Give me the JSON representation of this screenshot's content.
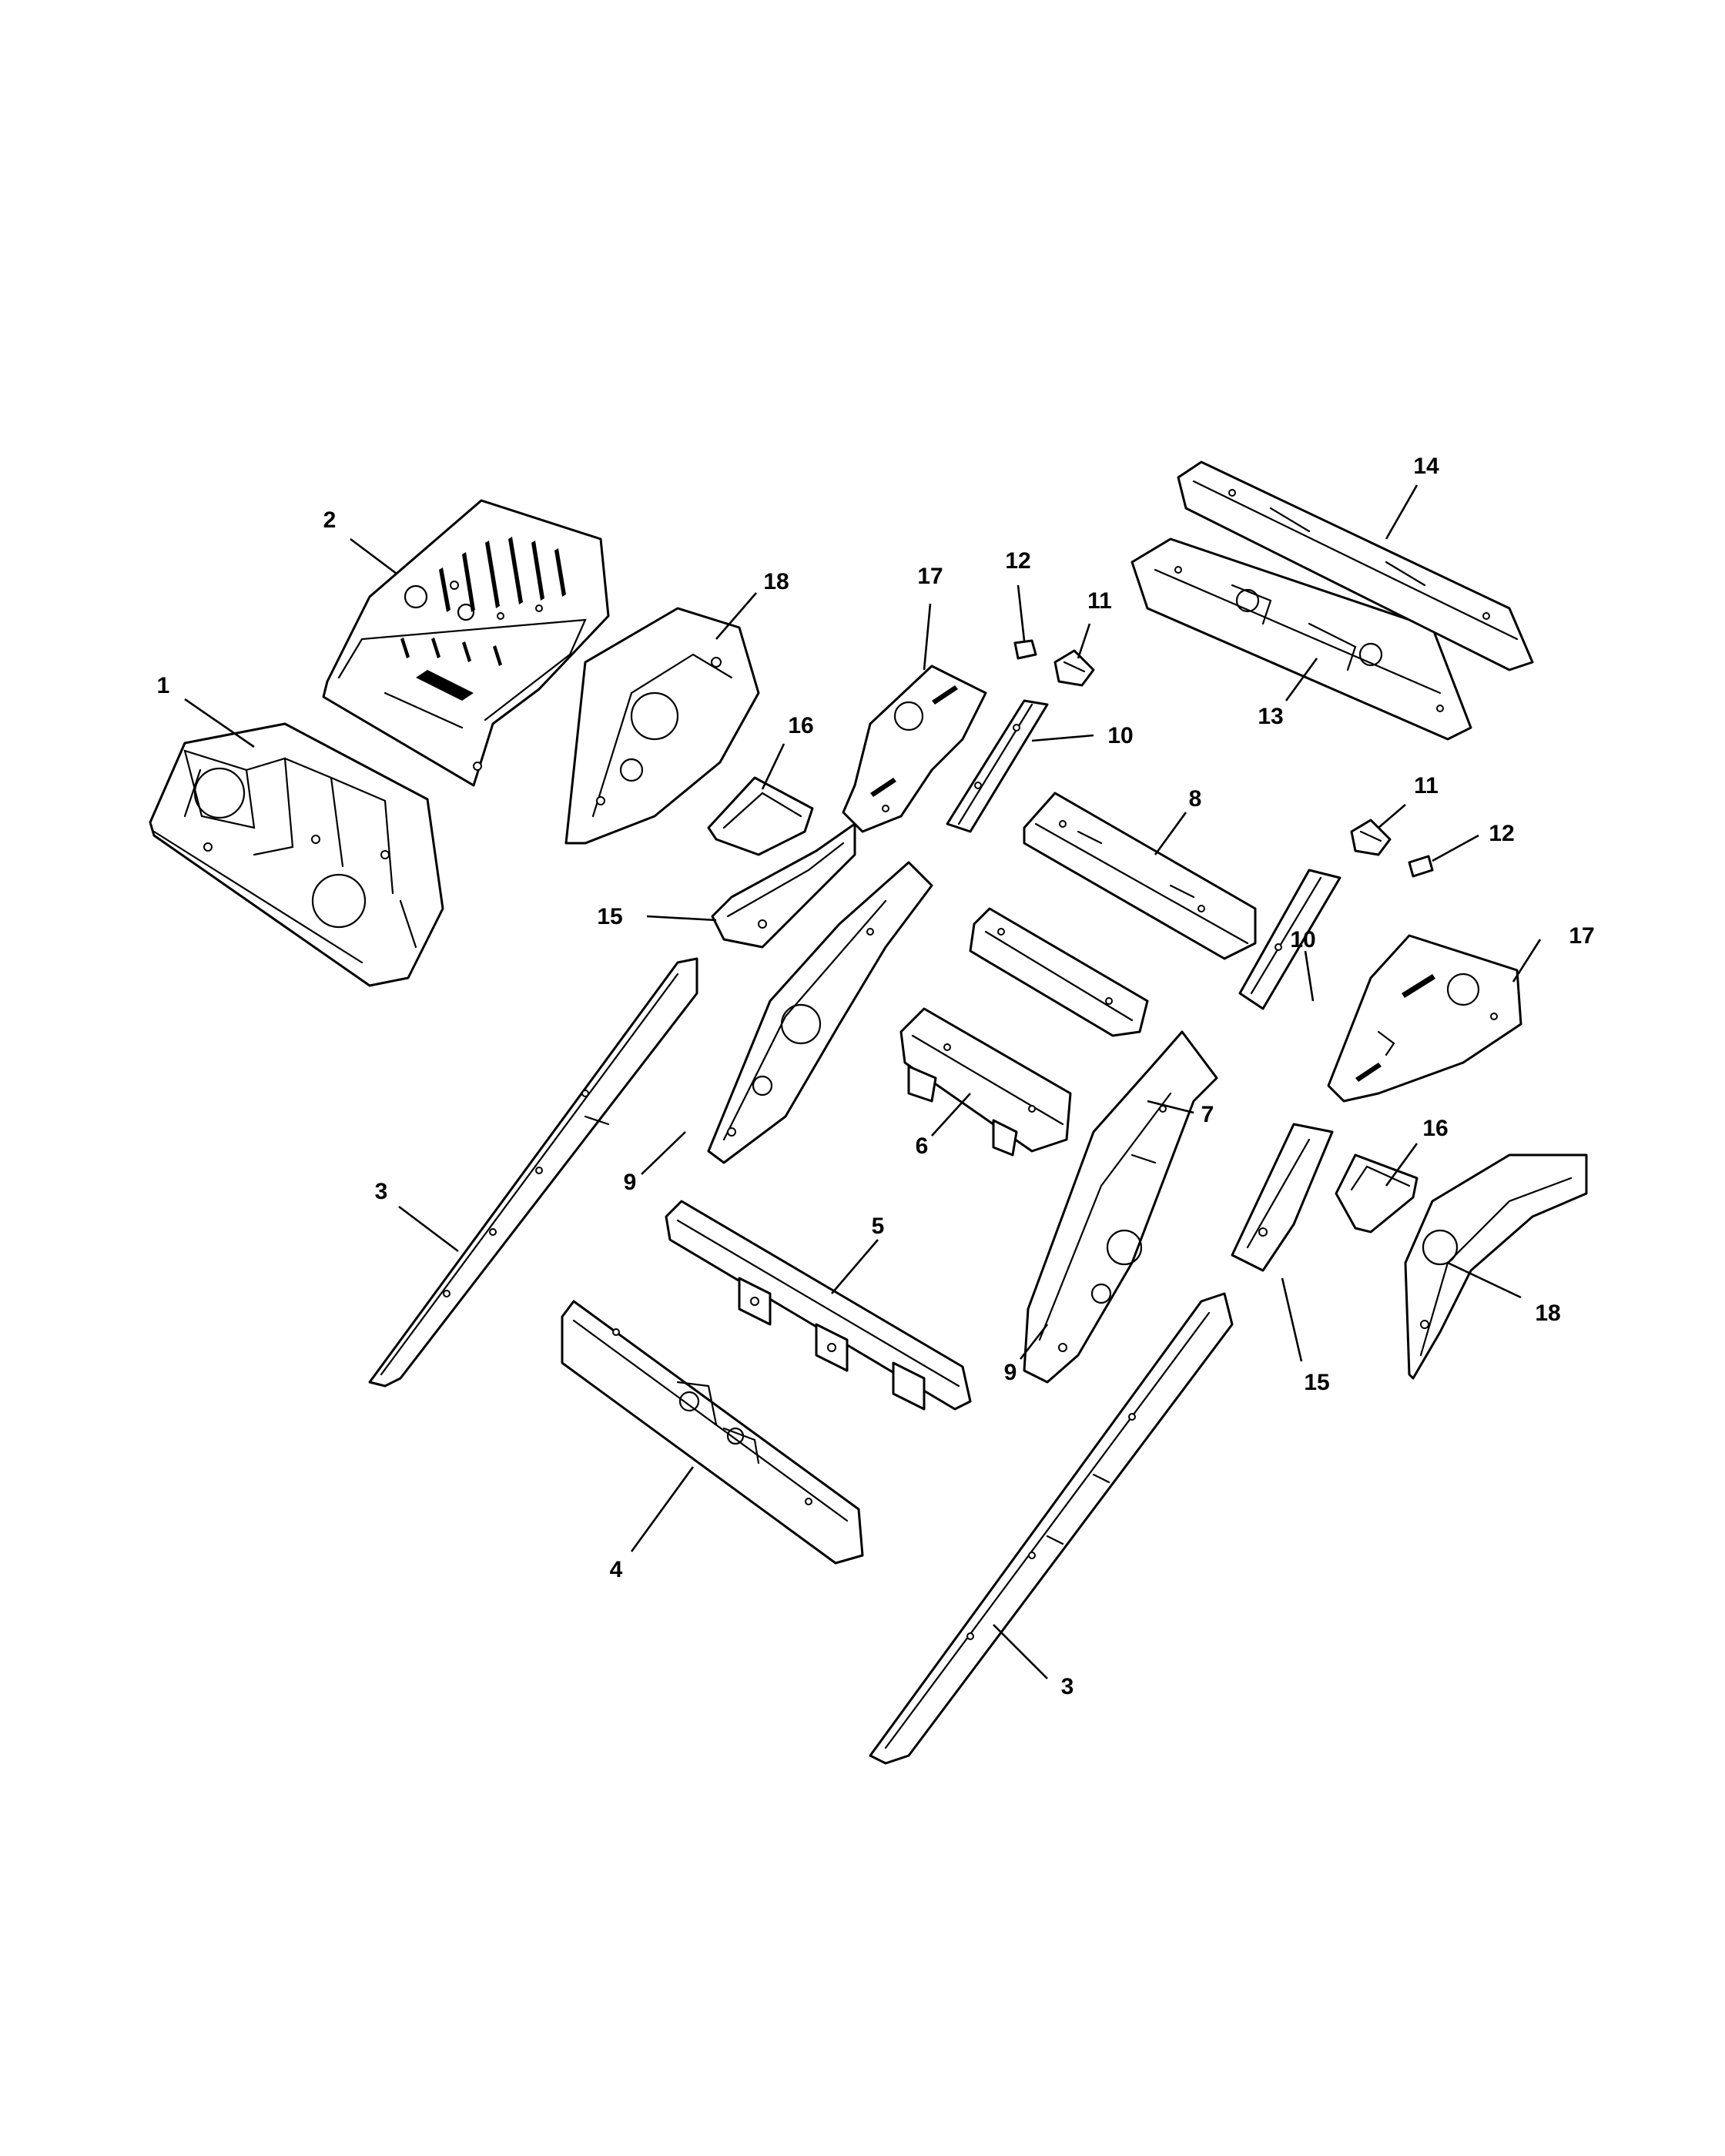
{
  "diagram": {
    "callouts": [
      {
        "id": "c1",
        "label": "1"
      },
      {
        "id": "c2",
        "label": "2"
      },
      {
        "id": "c3a",
        "label": "3"
      },
      {
        "id": "c3b",
        "label": "3"
      },
      {
        "id": "c4",
        "label": "4"
      },
      {
        "id": "c5",
        "label": "5"
      },
      {
        "id": "c6",
        "label": "6"
      },
      {
        "id": "c7",
        "label": "7"
      },
      {
        "id": "c8",
        "label": "8"
      },
      {
        "id": "c9a",
        "label": "9"
      },
      {
        "id": "c9b",
        "label": "9"
      },
      {
        "id": "c10a",
        "label": "10"
      },
      {
        "id": "c10b",
        "label": "10"
      },
      {
        "id": "c11a",
        "label": "11"
      },
      {
        "id": "c11b",
        "label": "11"
      },
      {
        "id": "c12a",
        "label": "12"
      },
      {
        "id": "c12b",
        "label": "12"
      },
      {
        "id": "c13",
        "label": "13"
      },
      {
        "id": "c14",
        "label": "14"
      },
      {
        "id": "c15a",
        "label": "15"
      },
      {
        "id": "c15b",
        "label": "15"
      },
      {
        "id": "c16a",
        "label": "16"
      },
      {
        "id": "c16b",
        "label": "16"
      },
      {
        "id": "c17a",
        "label": "17"
      },
      {
        "id": "c17b",
        "label": "17"
      },
      {
        "id": "c18a",
        "label": "18"
      },
      {
        "id": "c18b",
        "label": "18"
      }
    ]
  }
}
